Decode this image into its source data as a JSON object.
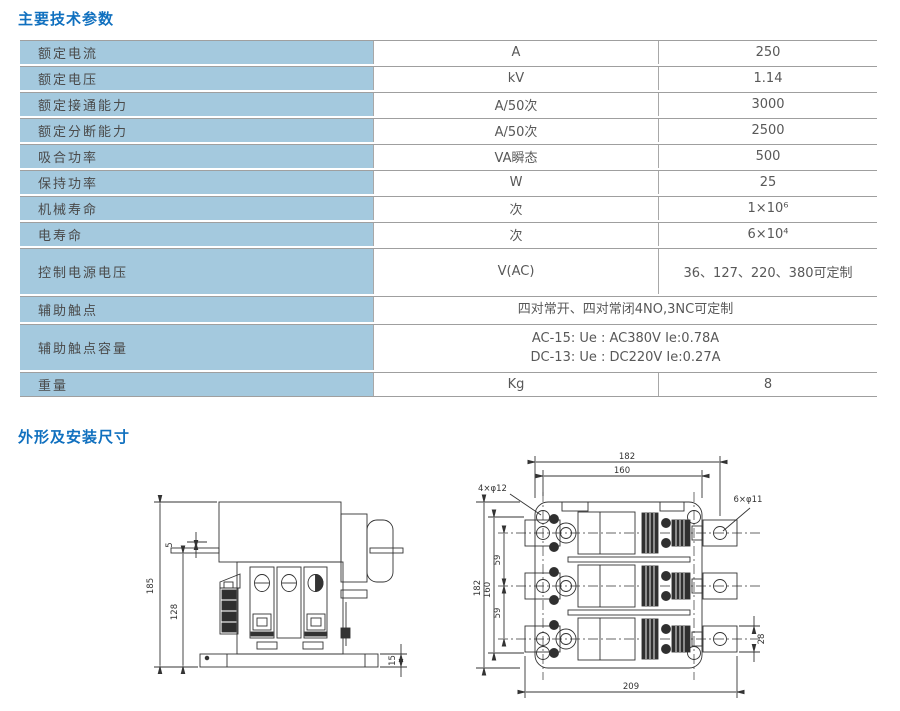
{
  "titles": {
    "specs": "主要技术参数",
    "dims": "外形及安装尺寸"
  },
  "specs_table": {
    "rows": [
      {
        "label": "额定电流",
        "unit": "A",
        "value": "250"
      },
      {
        "label": "额定电压",
        "unit": "kV",
        "value": "1.14"
      },
      {
        "label": "额定接通能力",
        "unit": "A/50次",
        "value": "3000"
      },
      {
        "label": "额定分断能力",
        "unit": "A/50次",
        "value": "2500"
      },
      {
        "label": "吸合功率",
        "unit": "VA瞬态",
        "value": "500"
      },
      {
        "label": "保持功率",
        "unit": "W",
        "value": "25"
      },
      {
        "label": "机械寿命",
        "unit": "次",
        "value": "1×10⁶"
      },
      {
        "label": "电寿命",
        "unit": "次",
        "value": "6×10⁴"
      },
      {
        "label": "控制电源电压",
        "unit": "V(AC)",
        "value": "36、127、220、380可定制"
      },
      {
        "label": "辅助触点",
        "merged": "四对常开、四对常闭4NO,3NC可定制"
      },
      {
        "label": "辅助触点容量",
        "merged_line1": "AC-15: Ue : AC380V  Ie:0.78A",
        "merged_line2": "DC-13: Ue : DC220V  Ie:0.27A"
      },
      {
        "label": "重量",
        "unit": "Kg",
        "value": "8"
      }
    ]
  },
  "side_view": {
    "dim_total_height": "185",
    "dim_inner_height": "128",
    "dim_shaft_offset": "5",
    "dim_base_height": "15"
  },
  "front_view": {
    "dim_width_outer": "182",
    "dim_width_inner": "160",
    "dim_holes_corner": "4×φ12",
    "dim_holes_side": "6×φ11",
    "dim_height_outer": "182",
    "dim_height_inner": "160",
    "dim_pole_pitch_upper": "59",
    "dim_pole_pitch_lower": "59",
    "dim_tab_height": "28",
    "dim_width_bottom": "209"
  },
  "colors": {
    "title_blue": "#1070bf",
    "cell_blue": "#a4c9de",
    "grid_gray": "#9f9f9f",
    "label_text": "#4a4a4a",
    "drawing_line": "#333333"
  }
}
